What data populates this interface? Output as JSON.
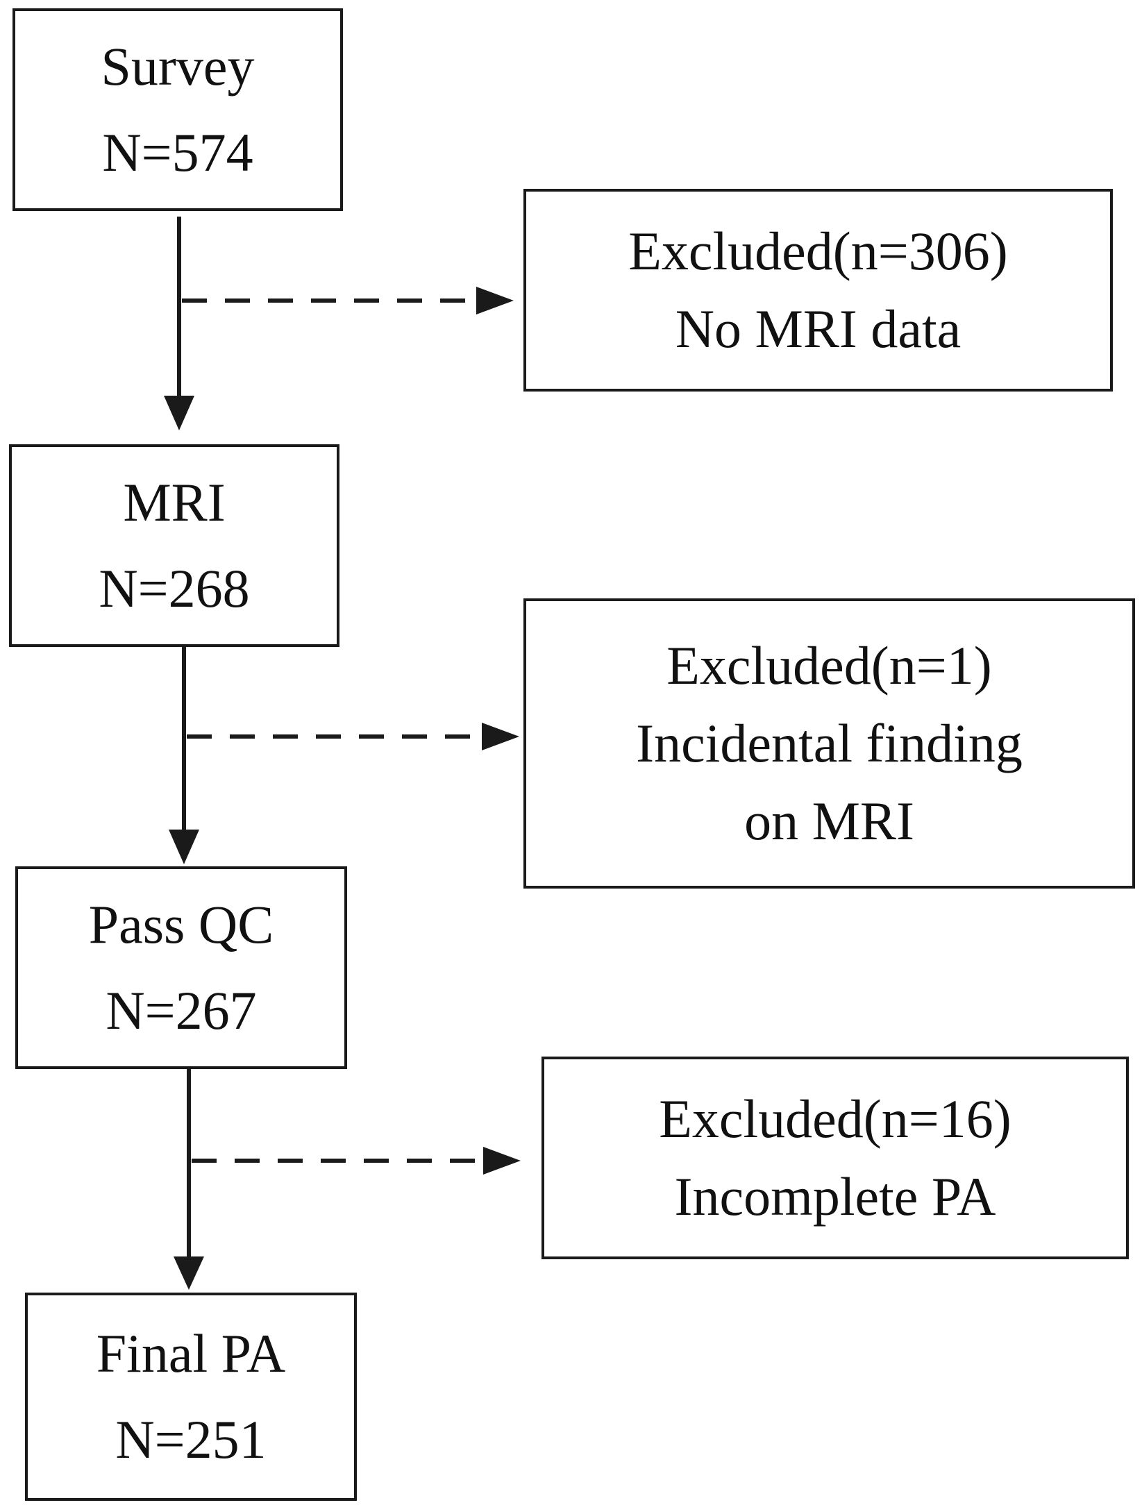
{
  "nodes": [
    {
      "id": "survey",
      "label": "Survey",
      "count": "N=574"
    },
    {
      "id": "mri",
      "label": "MRI",
      "count": "N=268"
    },
    {
      "id": "pass-qc",
      "label": "Pass QC",
      "count": "N=267"
    },
    {
      "id": "final-pa",
      "label": "Final PA",
      "count": "N=251"
    }
  ],
  "exclusions": [
    {
      "id": "excluded-1",
      "title": "Excluded(n=306)",
      "reason": "No MRI data"
    },
    {
      "id": "excluded-2",
      "title": "Excluded(n=1)",
      "reason_line1": "Incidental finding",
      "reason_line2": "on MRI"
    },
    {
      "id": "excluded-3",
      "title": "Excluded(n=16)",
      "reason": "Incomplete PA"
    }
  ]
}
